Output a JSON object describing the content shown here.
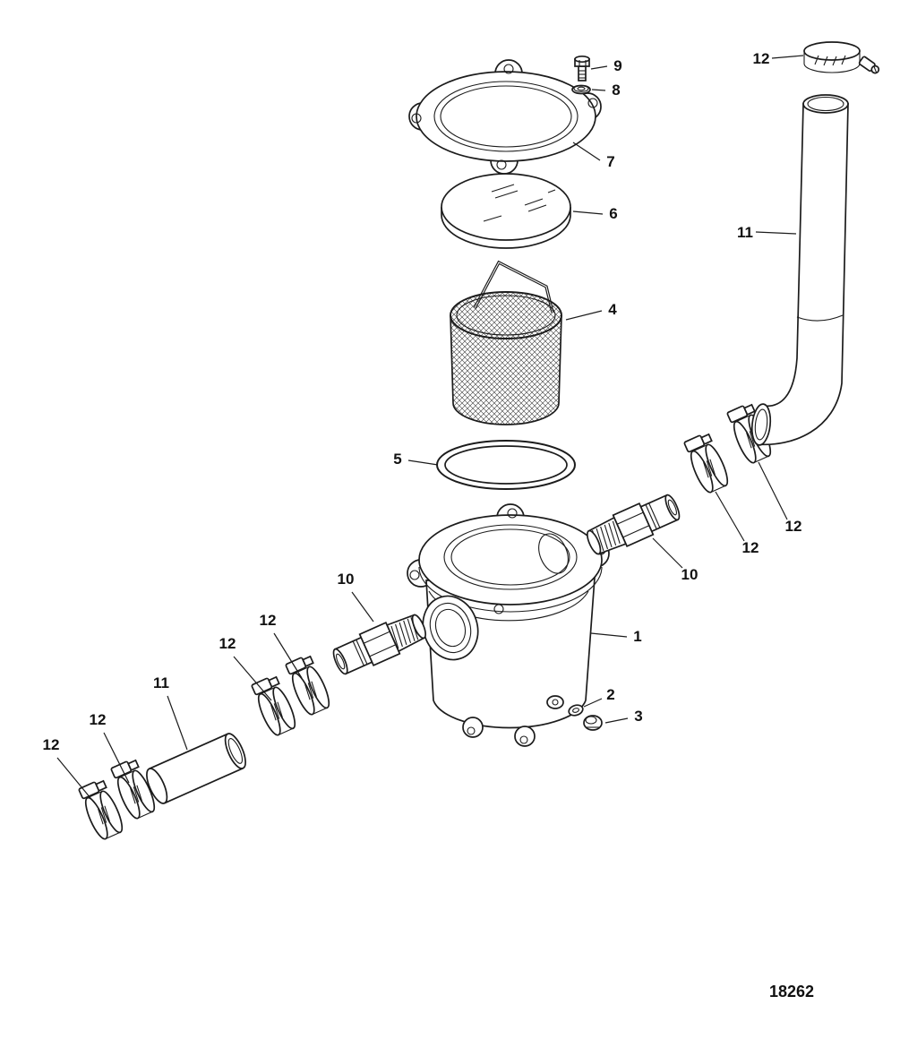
{
  "diagram": {
    "figure_number": "18262",
    "callouts": [
      {
        "part": "hex-bolt",
        "label": "9"
      },
      {
        "part": "bolt-washer",
        "label": "8"
      },
      {
        "part": "cover-plate",
        "label": "7"
      },
      {
        "part": "sight-glass",
        "label": "6"
      },
      {
        "part": "strainer-basket",
        "label": "4"
      },
      {
        "part": "o-ring-gasket",
        "label": "5"
      },
      {
        "part": "strainer-housing",
        "label": "1"
      },
      {
        "part": "drain-washer",
        "label": "2"
      },
      {
        "part": "drain-plug",
        "label": "3"
      },
      {
        "part": "fitting-right",
        "label": "10"
      },
      {
        "part": "hose-clamp-right-inner",
        "label": "12"
      },
      {
        "part": "hose-clamp-right-outer",
        "label": "12"
      },
      {
        "part": "hose-right",
        "label": "11"
      },
      {
        "part": "hose-clamp-top-right",
        "label": "12"
      },
      {
        "part": "fitting-left",
        "label": "10"
      },
      {
        "part": "hose-clamp-left-1",
        "label": "12"
      },
      {
        "part": "hose-clamp-left-2",
        "label": "12"
      },
      {
        "part": "hose-left",
        "label": "11"
      },
      {
        "part": "hose-clamp-left-3",
        "label": "12"
      },
      {
        "part": "hose-clamp-left-4",
        "label": "12"
      }
    ]
  }
}
